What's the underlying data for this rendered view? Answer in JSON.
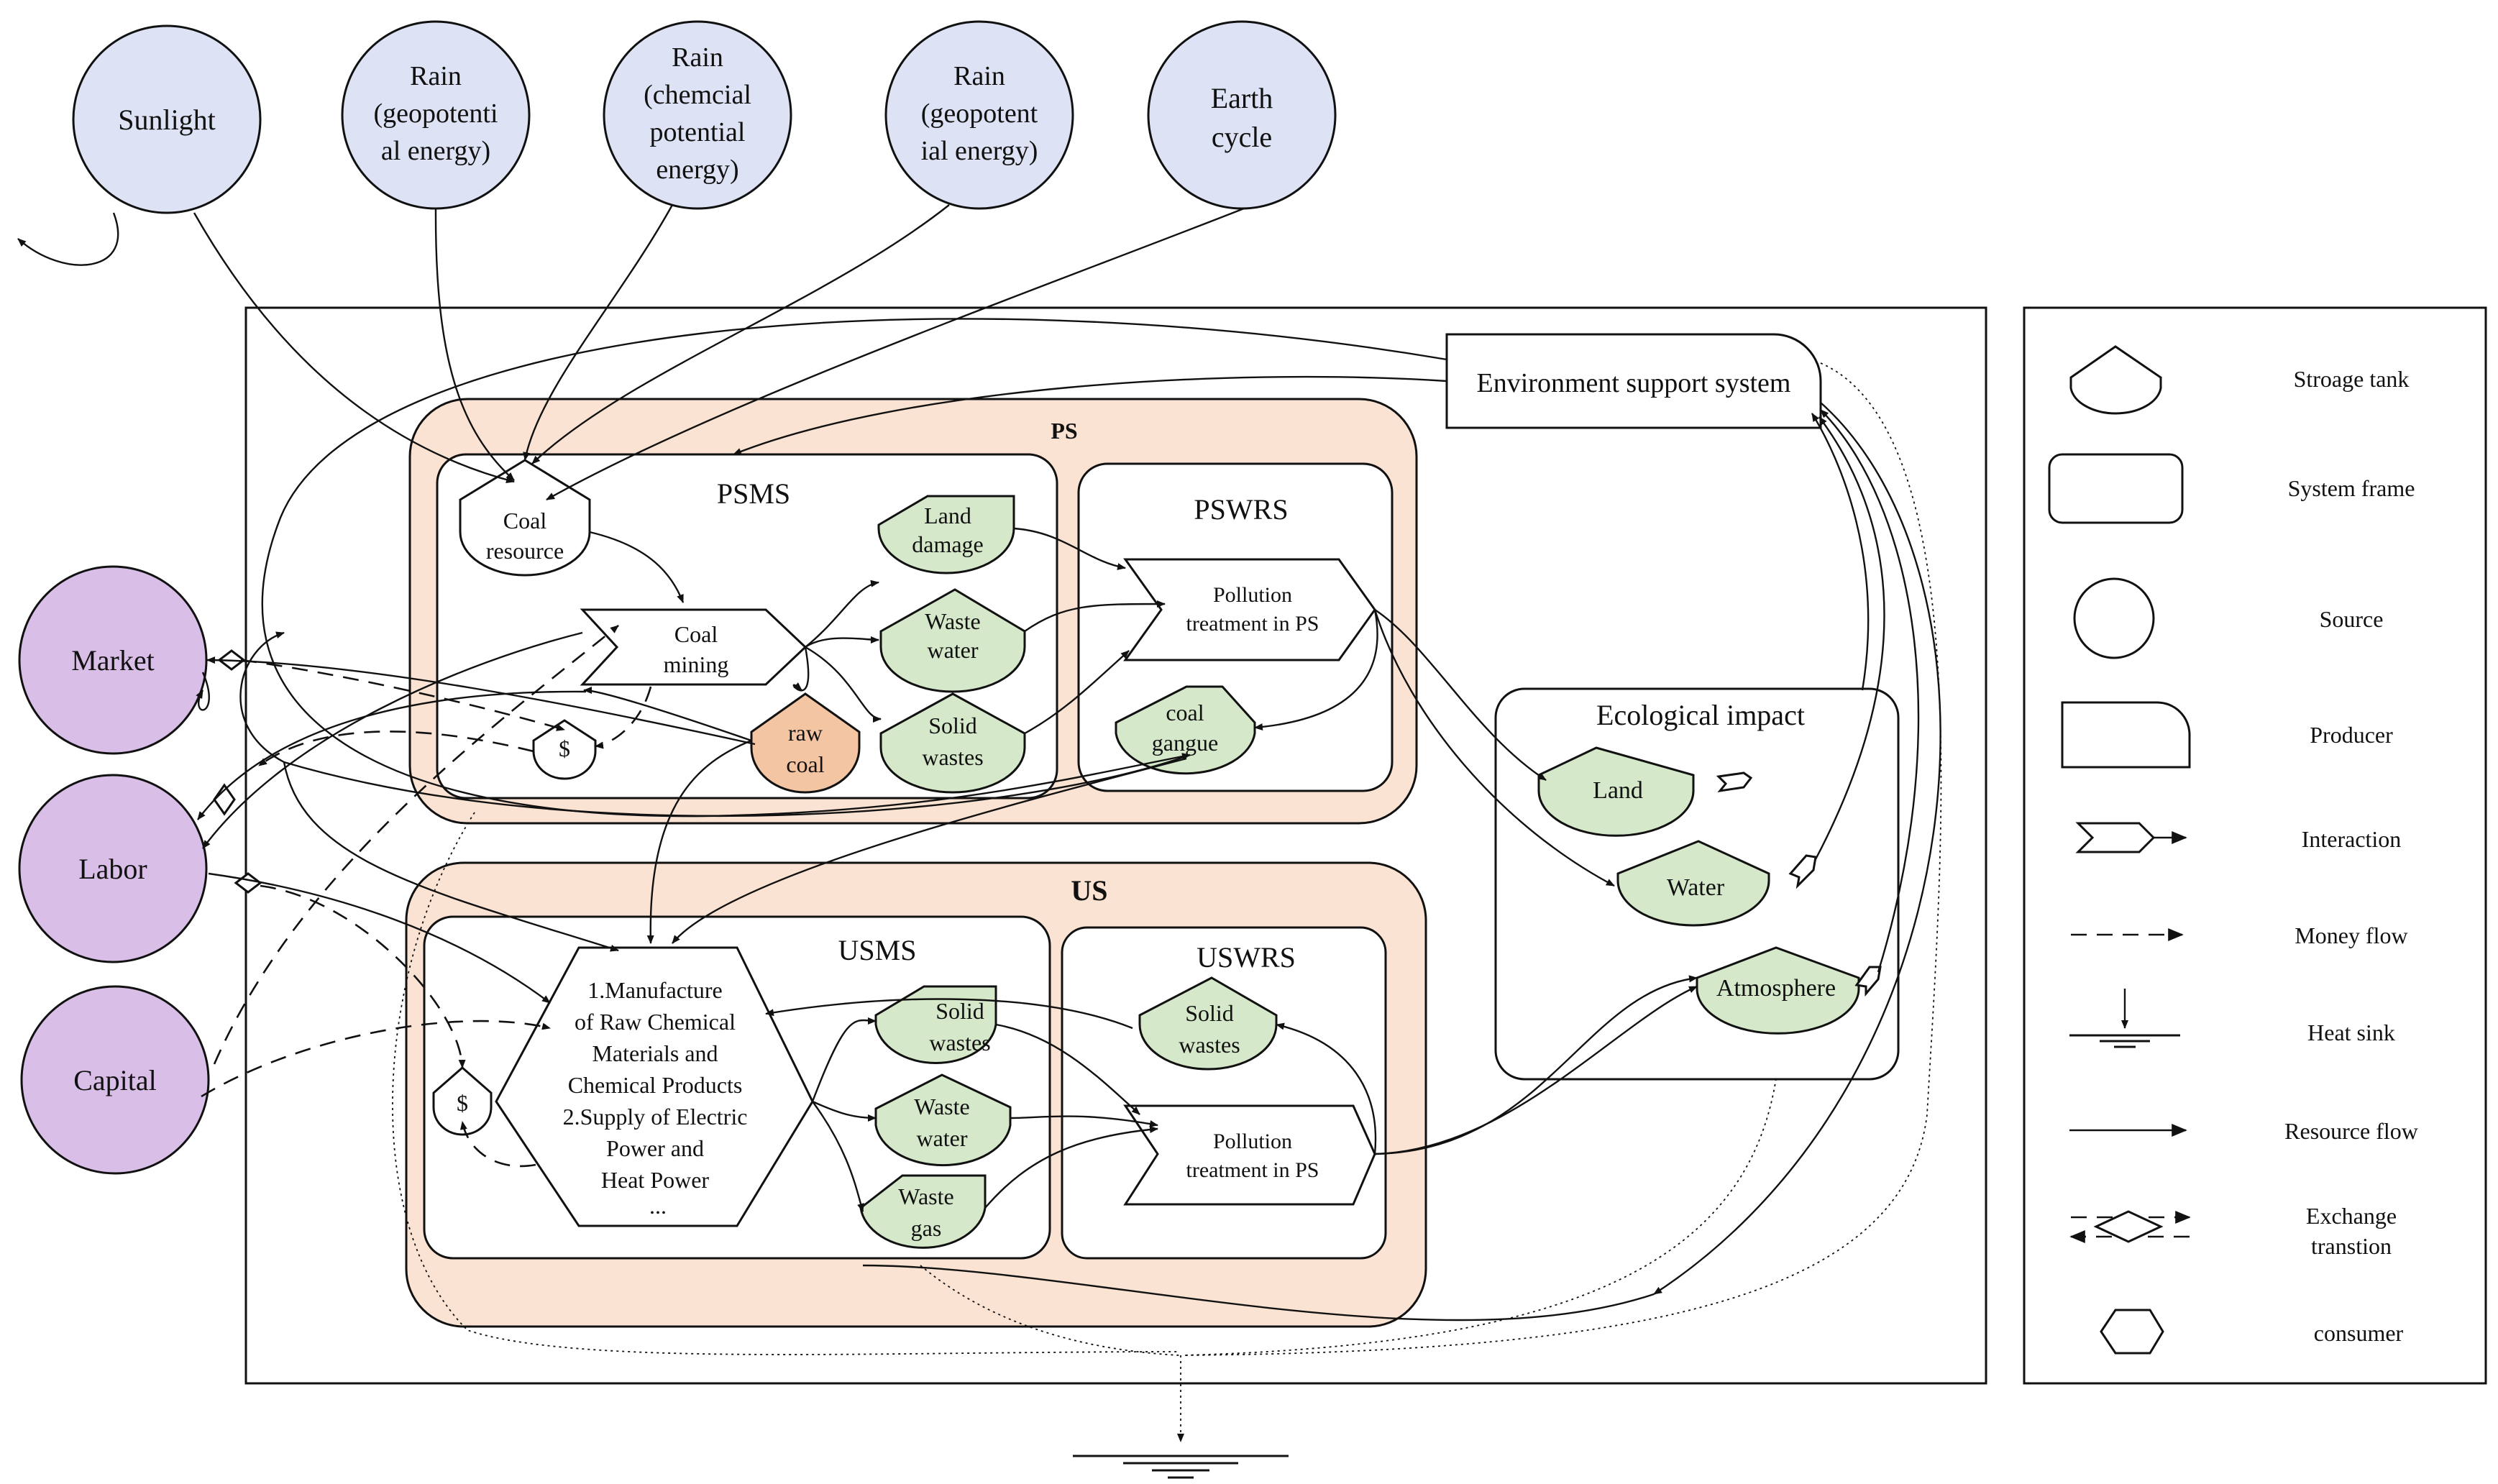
{
  "colors": {
    "source_fill": "#dde2f4",
    "economic_fill": "#d9bfe8",
    "subsystem_band_fill": "#fbe3d3",
    "storage_green": "#d5e8c9",
    "raw_coal_orange": "#f4c5a2"
  },
  "sources": {
    "sunlight": "Sunlight",
    "rain_geo_1": [
      "Rain",
      "(geopotenti",
      "al energy)"
    ],
    "rain_chem": [
      "Rain",
      "(chemcial",
      "potential",
      "energy)"
    ],
    "rain_geo_2": [
      "Rain",
      "(geopotent",
      "ial energy)"
    ],
    "earth_cycle": [
      "Earth",
      "cycle"
    ]
  },
  "economy": {
    "market": "Market",
    "labor": "Labor",
    "capital": "Capital"
  },
  "environment_support": "Environment support system",
  "ps": {
    "title": "PS",
    "psms": "PSMS",
    "pswrs": "PSWRS",
    "coal_resource": [
      "Coal",
      "resource"
    ],
    "coal_mining": [
      "Coal",
      "mining"
    ],
    "raw_coal": [
      "raw",
      "coal"
    ],
    "land_damage": [
      "Land",
      "damage"
    ],
    "waste_water": [
      "Waste",
      "water"
    ],
    "solid_wastes": [
      "Solid",
      "wastes"
    ],
    "pollution_treatment": [
      "Pollution",
      "treatment in PS"
    ],
    "coal_gangue": [
      "coal",
      "gangue"
    ],
    "money": "$"
  },
  "us": {
    "title": "US",
    "usms": "USMS",
    "uswrs": "USWRS",
    "consumer_lines": [
      "1.Manufacture",
      "of Raw Chemical",
      "Materials and",
      "Chemical Products",
      "2.Supply of Electric",
      "Power and",
      "Heat Power",
      "..."
    ],
    "solid_wastes": [
      "Solid",
      "wastes"
    ],
    "waste_water": [
      "Waste",
      "water"
    ],
    "waste_gas": [
      "Waste",
      "gas"
    ],
    "uswrs_solid_wastes": [
      "Solid",
      "wastes"
    ],
    "pollution_treatment": [
      "Pollution",
      "treatment in PS"
    ],
    "money": "$"
  },
  "ecological": {
    "title": "Ecological impact",
    "land": "Land",
    "water": "Water",
    "atmosphere": "Atmosphere"
  },
  "legend": [
    {
      "icon": "storage-tank-icon",
      "lines": [
        "Stroage tank"
      ]
    },
    {
      "icon": "system-frame-icon",
      "lines": [
        "System frame"
      ]
    },
    {
      "icon": "source-icon",
      "lines": [
        "Source"
      ]
    },
    {
      "icon": "producer-icon",
      "lines": [
        "Producer"
      ]
    },
    {
      "icon": "interaction-icon",
      "lines": [
        "Interaction"
      ]
    },
    {
      "icon": "money-flow-icon",
      "lines": [
        "Money flow"
      ]
    },
    {
      "icon": "heat-sink-icon",
      "lines": [
        "Heat sink"
      ]
    },
    {
      "icon": "resource-flow-icon",
      "lines": [
        "Resource flow"
      ]
    },
    {
      "icon": "exchange-transition-icon",
      "lines": [
        "Exchange",
        "transtion"
      ]
    },
    {
      "icon": "consumer-icon",
      "lines": [
        "consumer"
      ]
    }
  ]
}
